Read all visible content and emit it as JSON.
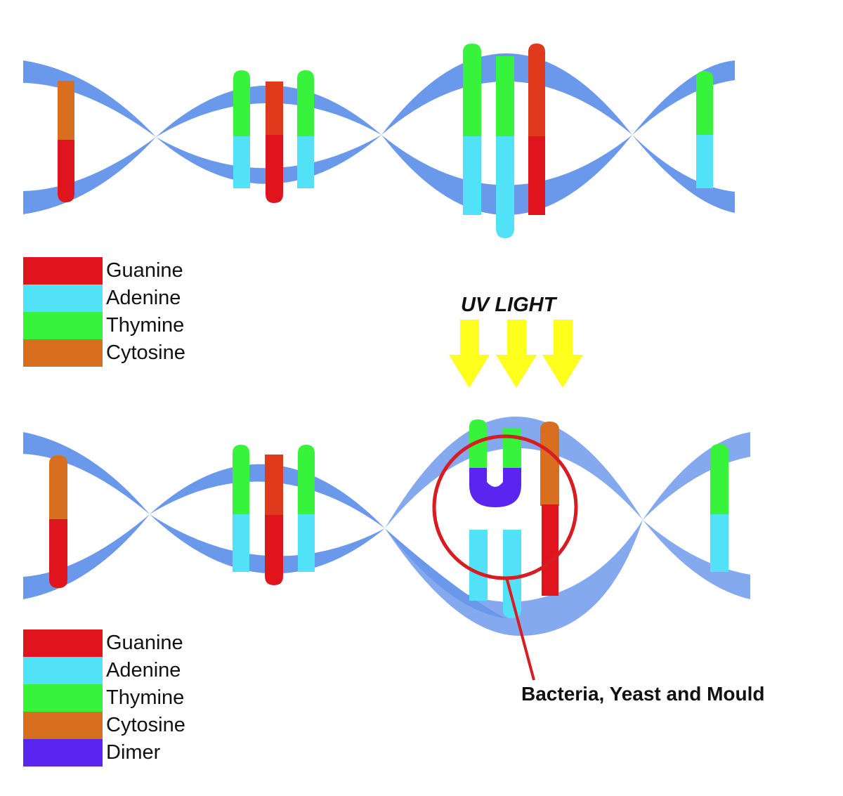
{
  "colors": {
    "backbone": "#6a98ea",
    "backbone_light": "#84a9ee",
    "guanine": "#e0141c",
    "adenine": "#52e2f8",
    "thymine": "#37f33b",
    "cytosine": "#d86f20",
    "dimer": "#5b25f0",
    "uv_arrow": "#ffff1e",
    "circle": "#d81d22"
  },
  "legend_top": [
    {
      "label": "Guanine",
      "color": "#e0141c"
    },
    {
      "label": "Adenine",
      "color": "#52e2f8"
    },
    {
      "label": "Thymine",
      "color": "#37f33b"
    },
    {
      "label": "Cytosine",
      "color": "#d86f20"
    }
  ],
  "legend_bottom": [
    {
      "label": "Guanine",
      "color": "#e0141c"
    },
    {
      "label": "Adenine",
      "color": "#52e2f8"
    },
    {
      "label": "Thymine",
      "color": "#37f33b"
    },
    {
      "label": "Cytosine",
      "color": "#d86f20"
    },
    {
      "label": "Dimer",
      "color": "#5b25f0"
    }
  ],
  "uv_label": "UV LIGHT",
  "callout_label": "Bacteria, Yeast and Mould"
}
